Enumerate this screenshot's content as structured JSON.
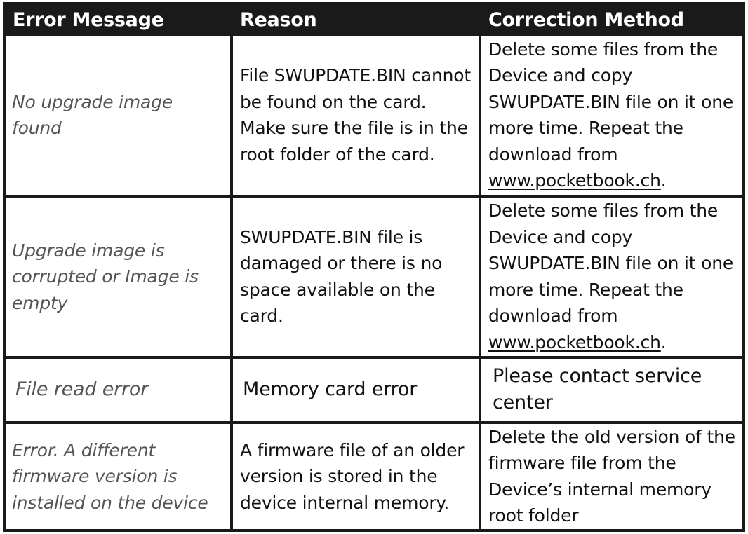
{
  "headers": {
    "error_message": "Error Message",
    "reason": "Reason",
    "correction_method": "Correction Method"
  },
  "rows": [
    {
      "error": "No upgrade image found",
      "reason": "File SWUPDATE.BIN cannot be found on the card. Make sure the file is in the root folder of the card.",
      "fix_text": "Delete some files from the Device and copy SWUPDATE.BIN file on it one more time. Repeat the download from",
      "fix_link": "www.pocketbook.ch",
      "fix_end": "."
    },
    {
      "error": "Upgrade image is corrupted or Image is empty",
      "reason": "SWUPDATE.BIN file is damaged or there is no space available on the card.",
      "fix_text": "Delete some files from the Device and copy SWUPDATE.BIN file on it one more time. Repeat the download from",
      "fix_link": "www.pocketbook.ch",
      "fix_end": "."
    },
    {
      "error": "File read error",
      "reason": "Memory card error",
      "fix_text": "Please contact service center"
    },
    {
      "error": "Error. A different firmware version is installed on the device",
      "reason": "A firmware file of an older version is stored in the device internal memory.",
      "fix_text": "Delete the old version of the firmware file from the Device’s internal memory root folder"
    }
  ]
}
